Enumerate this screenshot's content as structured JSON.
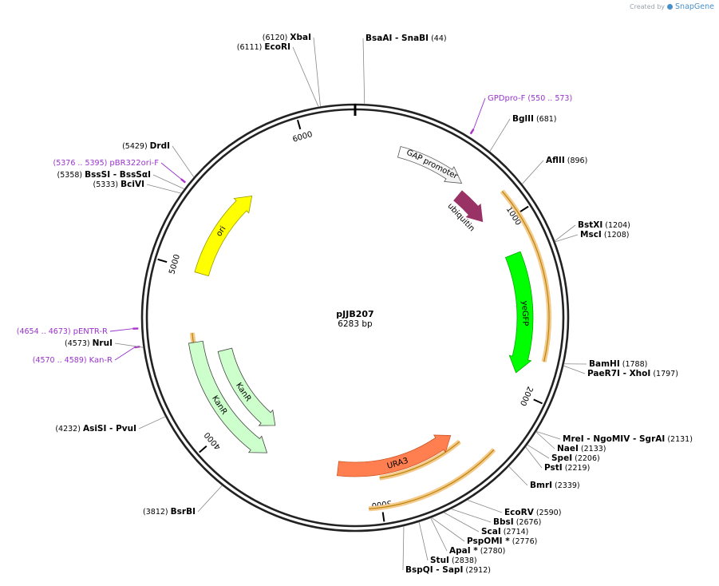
{
  "watermark": {
    "created_by": "Created by",
    "brand": "SnapGene"
  },
  "plasmid": {
    "name": "pJJB207",
    "length_label": "6283 bp",
    "length": 6283
  },
  "scale_ticks": [
    "1000",
    "2000",
    "3000",
    "4000",
    "5000",
    "6000"
  ],
  "features": [
    {
      "label": "GAP promoter",
      "start": 260,
      "end": 670,
      "style": "promoter",
      "fill": "#ffffff",
      "stroke": "#555555"
    },
    {
      "label": "ubiquitin",
      "start": 700,
      "end": 925,
      "style": "arrow",
      "fill": "#993366",
      "stroke": "#993366"
    },
    {
      "label": "yeGFP",
      "start": 1190,
      "end": 1900,
      "style": "arrow",
      "fill": "#00ff00",
      "stroke": "#00aa00"
    },
    {
      "label": "URA3",
      "start": 2460,
      "end": 3255,
      "style": "arrow-rev",
      "fill": "#ff7f50",
      "stroke": "#cc5522"
    },
    {
      "label": "KanR",
      "start": 3720,
      "end": 4560,
      "style": "arrow-rev",
      "fill": "#ccffcc",
      "stroke": "#444444"
    },
    {
      "label": "KanR",
      "start": 3780,
      "end": 4470,
      "style": "arrow-rev",
      "fill": "#ccffcc",
      "stroke": "#444444"
    },
    {
      "label": "ori",
      "start": 4990,
      "end": 5580,
      "style": "arrow",
      "fill": "#ffff00",
      "stroke": "#999900"
    }
  ],
  "sites": [
    {
      "name": "XbaI",
      "pos": "(6120)"
    },
    {
      "name": "EcoRI",
      "pos": "(6111)"
    },
    {
      "name": "BsaAI",
      "name2": "SnaBI",
      "pos": "(44)"
    },
    {
      "name": "BglII",
      "pos": "(681)"
    },
    {
      "name": "AflII",
      "pos": "(896)"
    },
    {
      "name": "BstXI",
      "pos": "(1204)"
    },
    {
      "name": "MscI",
      "pos": "(1208)"
    },
    {
      "name": "BamHI",
      "pos": "(1788)"
    },
    {
      "name": "PaeR7I",
      "name2": "XhoI",
      "pos": "(1797)"
    },
    {
      "name": "MreI",
      "name2": "NgoMIV",
      "name3": "SgrAI",
      "pos": "(2131)"
    },
    {
      "name": "NaeI",
      "pos": "(2133)"
    },
    {
      "name": "SpeI",
      "pos": "(2206)"
    },
    {
      "name": "PstI",
      "pos": "(2219)"
    },
    {
      "name": "BmrI",
      "pos": "(2339)"
    },
    {
      "name": "EcoRV",
      "pos": "(2590)"
    },
    {
      "name": "BbsI",
      "pos": "(2676)"
    },
    {
      "name": "ScaI",
      "pos": "(2714)"
    },
    {
      "name": "PspOMI *",
      "pos": "(2776)"
    },
    {
      "name": "ApaI *",
      "pos": "(2780)"
    },
    {
      "name": "StuI",
      "pos": "(2838)"
    },
    {
      "name": "BspQI",
      "name2": "SapI",
      "pos": "(2912)"
    },
    {
      "name": "BsrBI",
      "pos": "(3812)"
    },
    {
      "name": "AsiSI",
      "name2": "PvuI",
      "pos": "(4232)"
    },
    {
      "name": "NruI",
      "pos": "(4573)"
    },
    {
      "name": "BciVI",
      "pos": "(5333)"
    },
    {
      "name": "BssSI",
      "name2": "BssSαI",
      "pos": "(5358)"
    },
    {
      "name": "DrdI",
      "pos": "(5429)"
    }
  ],
  "primers": [
    {
      "name": "GPDpro-F",
      "range": "(550 .. 573)"
    },
    {
      "name": "pBR322ori-F",
      "range": "(5376 .. 5395)"
    },
    {
      "name": "pENTR-R",
      "range": "(4654 .. 4673)"
    },
    {
      "name": "Kan-R",
      "range": "(4570 .. 4589)"
    }
  ],
  "colors": {
    "backbone": "#222222",
    "primer": "#9933cc",
    "primer_bind": "#aa33cc",
    "orange_band": "#f5c98a"
  }
}
